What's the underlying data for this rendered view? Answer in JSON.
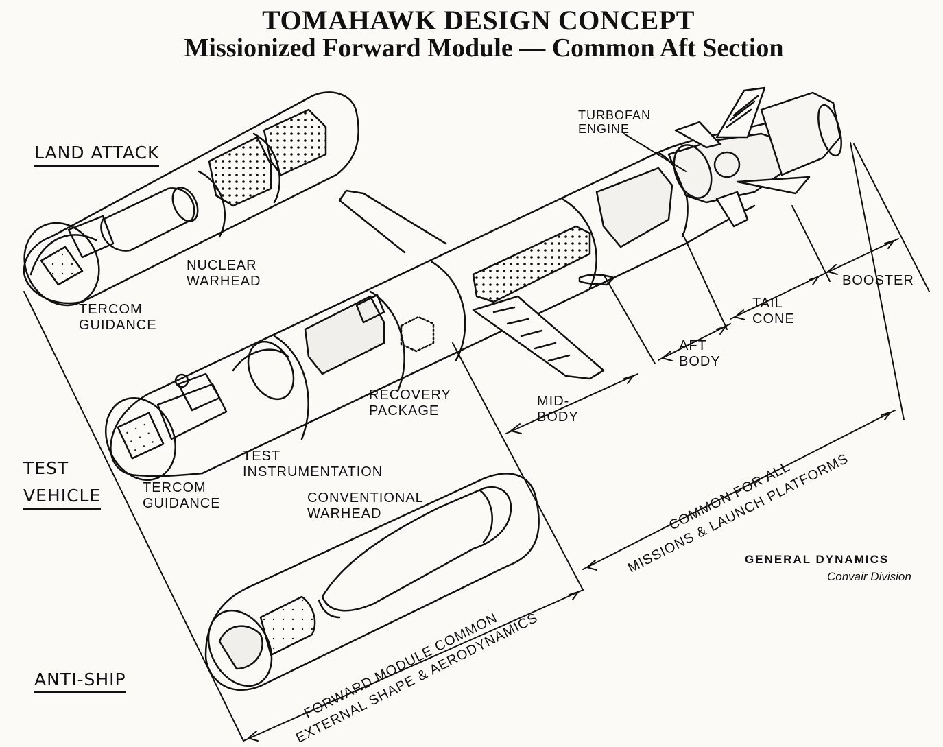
{
  "title": "TOMAHAWK DESIGN CONCEPT",
  "subtitle": "Missionized Forward Module — Common Aft Section",
  "sections": {
    "land_attack": "LAND ATTACK",
    "test_vehicle_line1": "TEST",
    "test_vehicle_line2": "VEHICLE",
    "anti_ship": "ANTI-SHIP"
  },
  "labels": {
    "tercom_1_line1": "TERCOM",
    "tercom_1_line2": "GUIDANCE",
    "nuclear_line1": "NUCLEAR",
    "nuclear_line2": "WARHEAD",
    "tercom_2_line1": "TERCOM",
    "tercom_2_line2": "GUIDANCE",
    "test_instr_line1": "TEST",
    "test_instr_line2": "INSTRUMENTATION",
    "recovery_line1": "RECOVERY",
    "recovery_line2": "PACKAGE",
    "conventional_line1": "CONVENTIONAL",
    "conventional_line2": "WARHEAD",
    "turbofan_line1": "TURBOFAN",
    "turbofan_line2": "ENGINE",
    "midbody_line1": "MID-",
    "midbody_line2": "BODY",
    "aftbody_line1": "AFT",
    "aftbody_line2": "BODY",
    "tailcone_line1": "TAIL",
    "tailcone_line2": "CONE",
    "booster": "BOOSTER"
  },
  "annotations": {
    "common_line1": "COMMON FOR ALL",
    "common_line2": "MISSIONS & LAUNCH PLATFORMS",
    "forward_line1": "FORWARD MODULE COMMON",
    "forward_line2": "EXTERNAL SHAPE & AERODYNAMICS"
  },
  "credits": {
    "company": "GENERAL DYNAMICS",
    "division": "Convair Division"
  },
  "colors": {
    "ink": "#111111",
    "paper": "#fbfaf7"
  }
}
